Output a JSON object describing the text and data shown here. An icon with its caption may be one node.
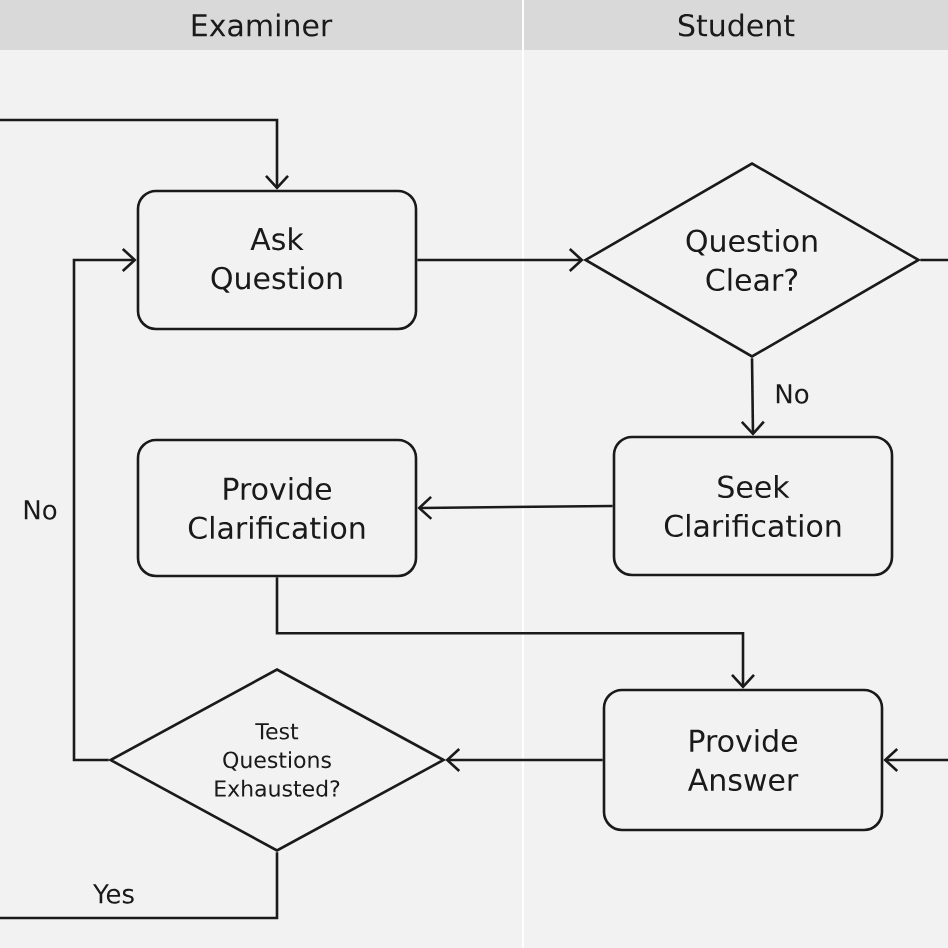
{
  "diagram": {
    "nodes": [
      {
        "text": [
          "Examiner"
        ]
      },
      {
        "text": [
          "Student"
        ]
      },
      {
        "text": [
          "Ask Question"
        ],
        "in": 0
      },
      {
        "text": [
          "Question Clear?"
        ],
        "in": 1
      },
      {
        "text": [
          "Seek Clarification"
        ],
        "in": 1
      },
      {
        "text": [
          "Provide Clarification"
        ],
        "in": 0
      },
      {
        "text": [
          "Provide Answer"
        ],
        "in": 1
      },
      {
        "text": [
          "Test Questions Exhausted?"
        ],
        "in": 0
      }
    ],
    "edges": [
      {
        "from": null,
        "to": 2,
        "arrow": "to"
      },
      {
        "from": 2,
        "to": 3,
        "arrow": "to"
      },
      {
        "from": 3,
        "to": null,
        "arrow": "none"
      },
      {
        "from": 3,
        "to": 4,
        "arrow": "to",
        "label": "No"
      },
      {
        "from": 4,
        "to": 5,
        "arrow": "to"
      },
      {
        "from": 5,
        "to": 6,
        "arrow": "to"
      },
      {
        "from": null,
        "to": 6,
        "arrow": "to"
      },
      {
        "from": 6,
        "to": 7,
        "arrow": "to"
      },
      {
        "from": 7,
        "to": 2,
        "arrow": "to",
        "label": "No"
      },
      {
        "from": 7,
        "to": null,
        "arrow": "none",
        "label": "Yes"
      }
    ]
  }
}
